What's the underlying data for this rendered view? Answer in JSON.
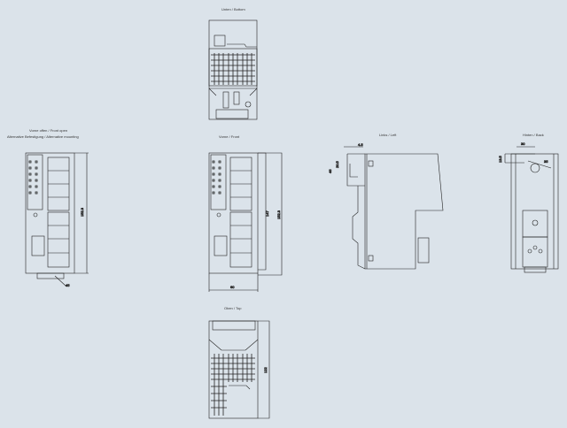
{
  "views": {
    "bottom": {
      "label": "Unten / Bottom"
    },
    "front_open": {
      "label": "Vorne offen / Front open",
      "sublabel": "Alternative Befestigung / Alternative mounting"
    },
    "front": {
      "label": "Vorne / Front"
    },
    "left": {
      "label": "Links / Left"
    },
    "back": {
      "label": "Hinten / Back"
    },
    "top": {
      "label": "Oben / Top"
    }
  },
  "dimensions": {
    "front_open_height": "152.3",
    "front_height_inner": "147",
    "front_height_outer": "152.3",
    "front_width": "60",
    "left_top_offset": "4.5",
    "left_rail_small": "20.5",
    "left_rail_large": "46",
    "back_width": "30",
    "back_height": "13.5",
    "back_angle": "35",
    "top_depth": "122",
    "alt_mount": "45"
  },
  "colors": {
    "background": "#dbe3ea",
    "line": "#222222"
  }
}
